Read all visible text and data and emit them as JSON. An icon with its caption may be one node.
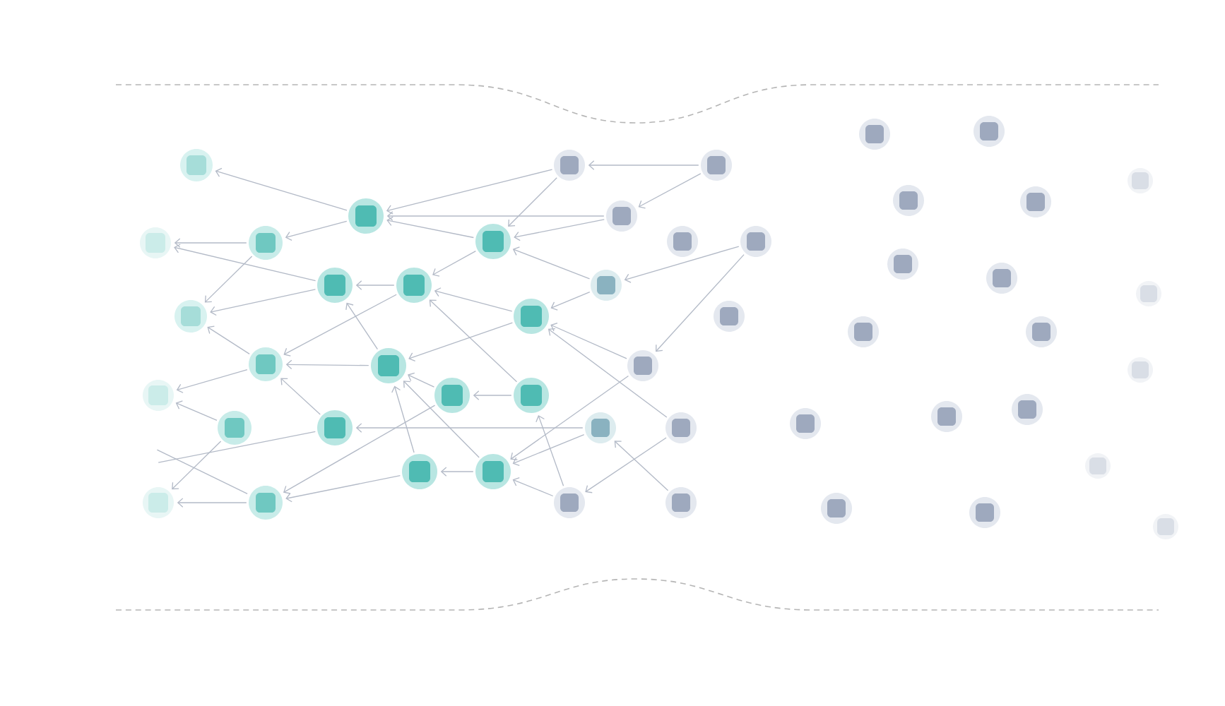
{
  "diagram": {
    "nodes": [
      {
        "text": [],
        "shape": "circle"
      },
      {
        "text": [],
        "shape": "circle"
      },
      {
        "text": [],
        "shape": "circle"
      },
      {
        "text": [],
        "shape": "circle"
      },
      {
        "text": [],
        "shape": "circle"
      },
      {
        "text": [],
        "shape": "circle"
      },
      {
        "text": [],
        "shape": "circle"
      },
      {
        "text": [],
        "shape": "circle"
      },
      {
        "text": [],
        "shape": "circle"
      },
      {
        "text": [],
        "shape": "circle"
      },
      {
        "text": [],
        "shape": "circle"
      },
      {
        "text": [],
        "shape": "circle"
      },
      {
        "text": [],
        "shape": "circle"
      },
      {
        "text": [],
        "shape": "circle"
      },
      {
        "text": [],
        "shape": "circle"
      },
      {
        "text": [],
        "shape": "circle"
      },
      {
        "text": [],
        "shape": "circle"
      },
      {
        "text": [],
        "shape": "circle"
      },
      {
        "text": [],
        "shape": "circle"
      },
      {
        "text": [],
        "shape": "circle"
      },
      {
        "text": [],
        "shape": "circle"
      },
      {
        "text": [],
        "shape": "circle"
      },
      {
        "text": [],
        "shape": "circle"
      },
      {
        "text": [],
        "shape": "circle"
      },
      {
        "text": [],
        "shape": "circle"
      },
      {
        "text": [],
        "shape": "circle"
      },
      {
        "text": [],
        "shape": "circle"
      },
      {
        "text": [],
        "shape": "circle"
      },
      {
        "text": [],
        "shape": "circle"
      },
      {
        "text": [],
        "shape": "circle"
      },
      {
        "text": [],
        "shape": "circle"
      },
      {
        "text": [],
        "shape": "circle"
      },
      {
        "text": [],
        "shape": "circle"
      },
      {
        "text": [],
        "shape": "circle"
      },
      {
        "text": [],
        "shape": "circle"
      },
      {
        "text": [],
        "shape": "circle"
      },
      {
        "text": [],
        "shape": "circle"
      },
      {
        "text": [],
        "shape": "circle"
      },
      {
        "text": [],
        "shape": "circle"
      },
      {
        "text": [],
        "shape": "circle"
      },
      {
        "text": [],
        "shape": "circle"
      },
      {
        "text": [],
        "shape": "circle"
      },
      {
        "text": [],
        "shape": "circle"
      },
      {
        "text": [],
        "shape": "circle"
      },
      {
        "text": [],
        "shape": "circle"
      },
      {
        "text": [],
        "shape": "circle"
      },
      {
        "text": [],
        "shape": "circle"
      },
      {
        "text": [],
        "shape": "circle"
      },
      {
        "text": [],
        "shape": "circle"
      },
      {
        "text": [],
        "shape": "circle"
      }
    ],
    "edges": [
      {
        "from": 9,
        "to": 0,
        "arrow": "to"
      },
      {
        "from": 9,
        "to": 6,
        "arrow": "to"
      },
      {
        "from": 6,
        "to": 1,
        "arrow": "to"
      },
      {
        "from": 6,
        "to": 2,
        "arrow": "to"
      },
      {
        "from": 10,
        "to": 1,
        "arrow": "to"
      },
      {
        "from": 10,
        "to": 2,
        "arrow": "to"
      },
      {
        "from": 12,
        "to": 10,
        "arrow": "to"
      },
      {
        "from": 13,
        "to": 10,
        "arrow": "to"
      },
      {
        "from": 12,
        "to": 7,
        "arrow": "to"
      },
      {
        "from": 13,
        "to": 7,
        "arrow": "to"
      },
      {
        "from": 11,
        "to": 7,
        "arrow": "to"
      },
      {
        "from": 7,
        "to": 3,
        "arrow": "to"
      },
      {
        "from": 7,
        "to": 2,
        "arrow": "to"
      },
      {
        "from": 4,
        "to": 3,
        "arrow": "to"
      },
      {
        "from": 4,
        "to": 5,
        "arrow": "to"
      },
      {
        "from": 14,
        "to": 8,
        "arrow": "to"
      },
      {
        "from": 15,
        "to": 8,
        "arrow": "to"
      },
      {
        "from": 8,
        "to": 5,
        "arrow": "to"
      },
      {
        "from": 20,
        "to": 9,
        "arrow": "to"
      },
      {
        "from": 21,
        "to": 9,
        "arrow": "to"
      },
      {
        "from": 16,
        "to": 9,
        "arrow": "to"
      },
      {
        "from": 20,
        "to": 16,
        "arrow": "to"
      },
      {
        "from": 21,
        "to": 16,
        "arrow": "to"
      },
      {
        "from": 16,
        "to": 12,
        "arrow": "to"
      },
      {
        "from": 22,
        "to": 16,
        "arrow": "to"
      },
      {
        "from": 22,
        "to": 17,
        "arrow": "to"
      },
      {
        "from": 17,
        "to": 12,
        "arrow": "to"
      },
      {
        "from": 18,
        "to": 12,
        "arrow": "to"
      },
      {
        "from": 26,
        "to": 20,
        "arrow": "to"
      },
      {
        "from": 26,
        "to": 21,
        "arrow": "to"
      },
      {
        "from": 28,
        "to": 22,
        "arrow": "to"
      },
      {
        "from": 28,
        "to": 23,
        "arrow": "to"
      },
      {
        "from": 23,
        "to": 17,
        "arrow": "to"
      },
      {
        "from": 30,
        "to": 17,
        "arrow": "to"
      },
      {
        "from": 23,
        "to": 19,
        "arrow": "to"
      },
      {
        "from": 24,
        "to": 11,
        "arrow": "to"
      },
      {
        "from": 24,
        "to": 19,
        "arrow": "to"
      },
      {
        "from": 30,
        "to": 25,
        "arrow": "to"
      },
      {
        "from": 31,
        "to": 24,
        "arrow": "to"
      },
      {
        "from": 25,
        "to": 19,
        "arrow": "to"
      },
      {
        "from": 25,
        "to": 18,
        "arrow": "to"
      },
      {
        "from": 18,
        "to": 14,
        "arrow": "to"
      },
      {
        "from": 19,
        "to": 15,
        "arrow": "to"
      },
      {
        "from": 19,
        "to": 13,
        "arrow": "to"
      },
      {
        "from": 14,
        "to": 13,
        "arrow": "to"
      },
      {
        "from": 17,
        "to": 13,
        "arrow": "to"
      },
      {
        "from": 15,
        "to": 13,
        "arrow": "to"
      },
      {
        "from": 11,
        "to": null,
        "arrow": "none"
      },
      {
        "from": null,
        "to": 8,
        "arrow": "none"
      }
    ]
  }
}
